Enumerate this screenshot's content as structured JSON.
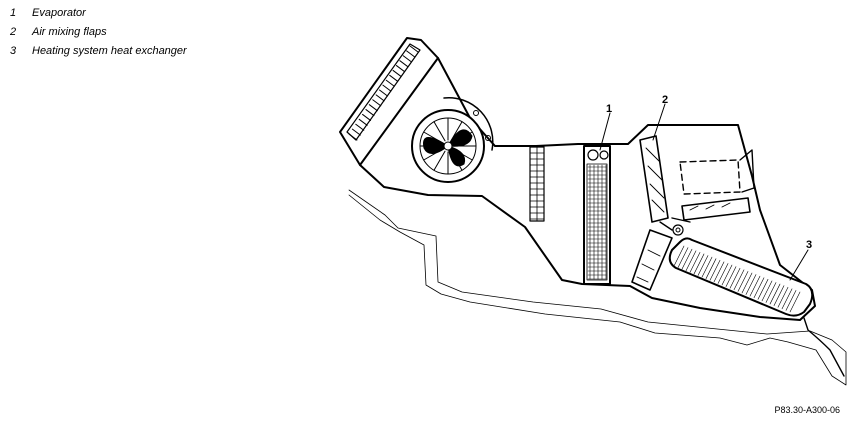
{
  "legend": [
    {
      "number": "1",
      "label": "Evaporator"
    },
    {
      "number": "2",
      "label": "Air mixing flaps"
    },
    {
      "number": "3",
      "label": "Heating system heat exchanger"
    }
  ],
  "callouts": {
    "c1": "1",
    "c2": "2",
    "c3": "3"
  },
  "reference_code": "P83.30-A300-06"
}
